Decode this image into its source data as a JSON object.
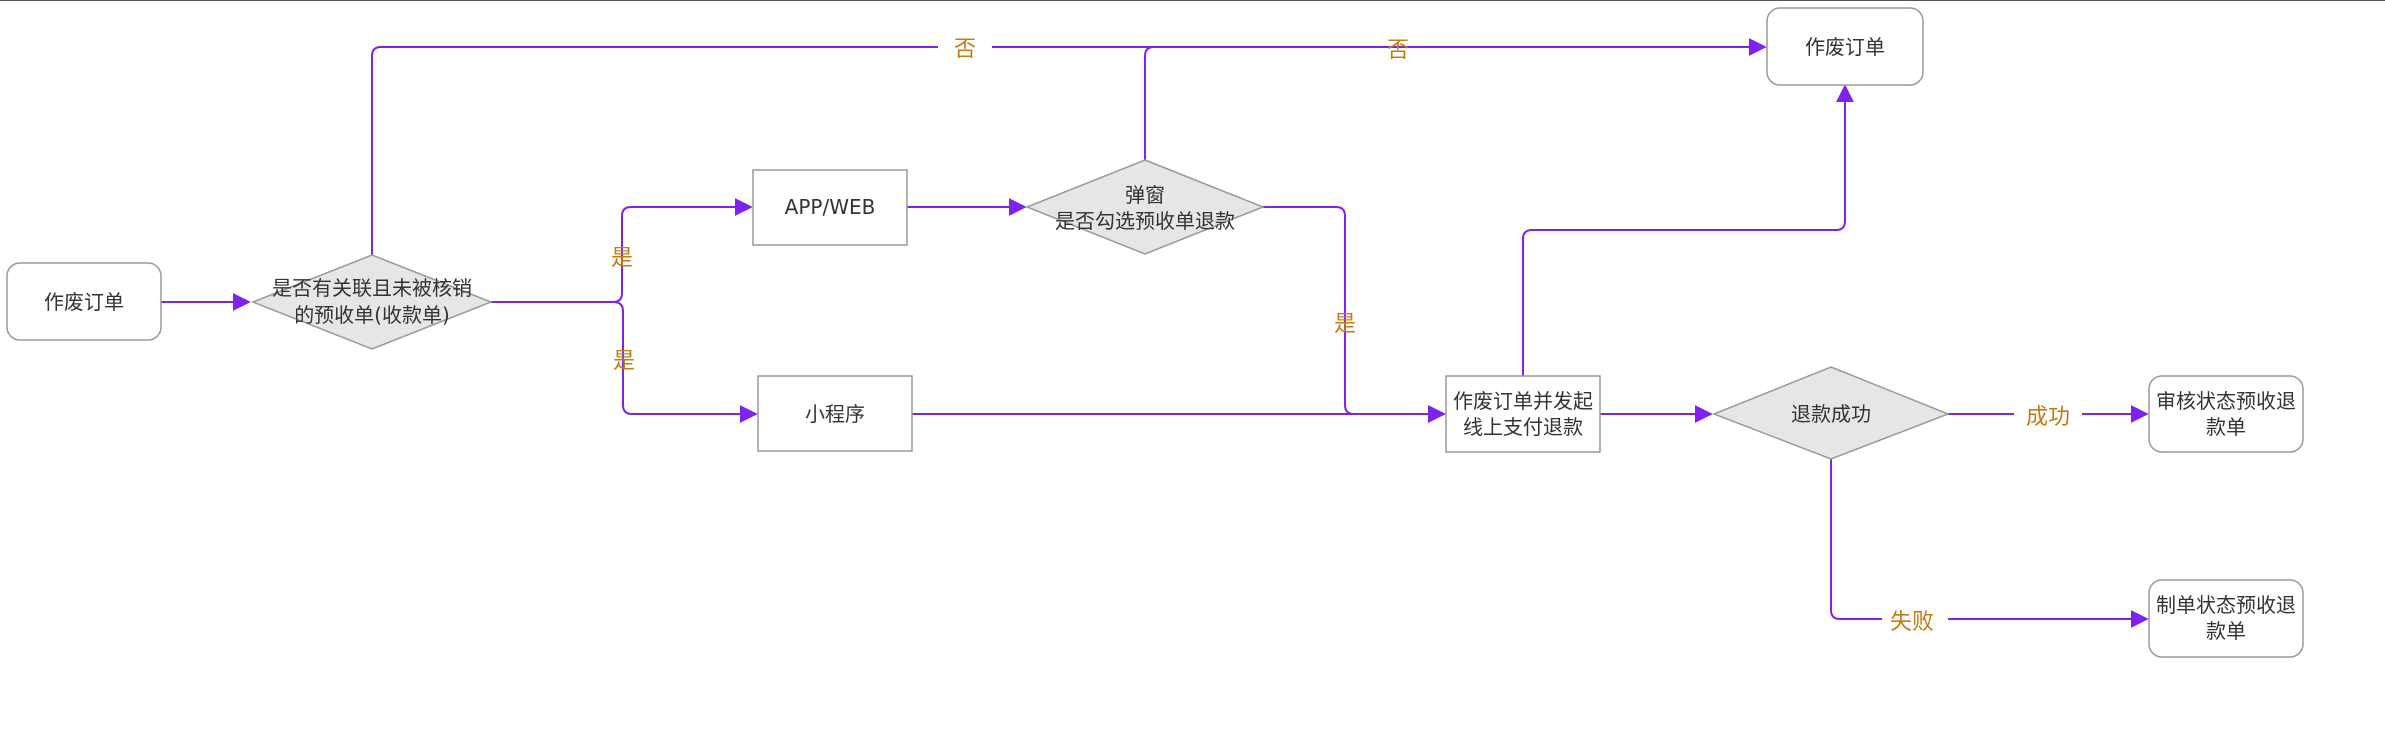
{
  "colors": {
    "edge": "#7e22f0",
    "node_border": "#999999",
    "diamond_fill": "#e6e6e6",
    "label_text": "#c47c12",
    "node_text": "#333333"
  },
  "nodes": {
    "start": "作废订单",
    "check_prepay": [
      "是否有关联且未被核销",
      "的预收单(收款单)"
    ],
    "app_web": "APP/WEB",
    "mini_program": "小程序",
    "popup": [
      "弹窗",
      "是否勾选预收单退款"
    ],
    "void_end": "作废订单",
    "void_refund": [
      "作废订单并发起",
      "线上支付退款"
    ],
    "refund_success": "退款成功",
    "audit_status": [
      "审核状态预收退",
      "款单"
    ],
    "draft_status": [
      "制单状态预收退",
      "款单"
    ]
  },
  "edge_labels": {
    "no_1": "否",
    "no_2": "否",
    "yes_app": "是",
    "yes_mini": "是",
    "yes_popup": "是",
    "success": "成功",
    "fail": "失败"
  }
}
